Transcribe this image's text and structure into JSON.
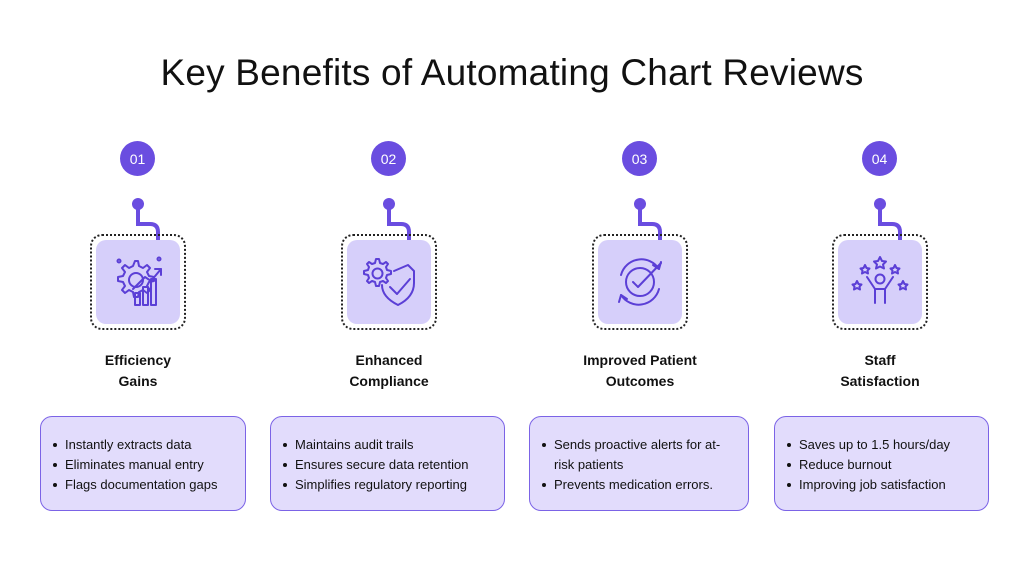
{
  "title": "Key Benefits of Automating Chart Reviews",
  "colors": {
    "accent": "#6a4de0",
    "tile": "#d6cffa",
    "card_bg": "#e2dcfc",
    "card_border": "#7b63e6",
    "icon_stroke": "#5b3fd6"
  },
  "benefits": [
    {
      "number": "01",
      "heading_line1": "Efficiency",
      "heading_line2": "Gains",
      "icon": "gear-growth-chart-icon",
      "bullets": [
        "Instantly extracts data",
        "Eliminates manual entry",
        "Flags documentation gaps"
      ]
    },
    {
      "number": "02",
      "heading_line1": "Enhanced",
      "heading_line2": "Compliance",
      "icon": "gear-shield-check-icon",
      "bullets": [
        "Maintains audit trails",
        "Ensures secure data retention",
        "Simplifies regulatory reporting"
      ]
    },
    {
      "number": "03",
      "heading_line1": "Improved Patient",
      "heading_line2": "Outcomes",
      "icon": "circular-check-icon",
      "bullets": [
        "Sends proactive alerts for at-risk patients",
        "Prevents medication errors."
      ]
    },
    {
      "number": "04",
      "heading_line1": "Staff",
      "heading_line2": "Satisfaction",
      "icon": "celebrating-person-stars-icon",
      "bullets": [
        "Saves up to 1.5 hours/day",
        "Reduce burnout",
        "Improving job satisfaction"
      ]
    }
  ]
}
